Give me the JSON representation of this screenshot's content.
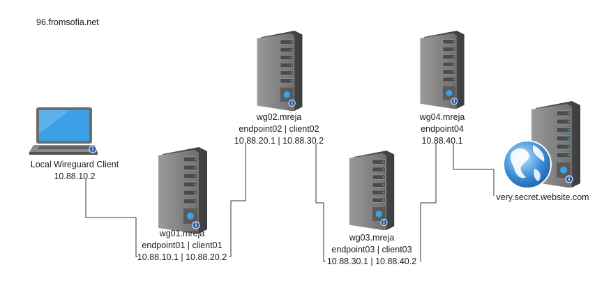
{
  "title": "96.fromsofia.net",
  "nodes": {
    "client": {
      "line1": "Local Wireguard Client",
      "line2": "10.88.10.2",
      "icon": "laptop-icon"
    },
    "wg01": {
      "line1": "wg01.mreja",
      "line2": "endpoint01 | client01",
      "line3": "10.88.10.1 | 10.88.20.2",
      "icon": "server-icon"
    },
    "wg02": {
      "line1": "wg02.mreja",
      "line2": "endpoint02 | client02",
      "line3": "10.88.20.1 | 10.88.30.2",
      "icon": "server-icon"
    },
    "wg03": {
      "line1": "wg03.mreja",
      "line2": "endpoint03 | client03",
      "line3": "10.88.30.1 | 10.88.40.2",
      "icon": "server-icon"
    },
    "wg04": {
      "line1": "wg04.mreja",
      "line2": "endpoint04",
      "line3": "10.88.40.1",
      "icon": "server-icon"
    },
    "website": {
      "line1": "very.secret.website.com",
      "icon": "web-server-globe-icon"
    }
  },
  "colors": {
    "server_body": "#7d7d7d",
    "screen": "#3ba0e6",
    "info_badge": "#1f5fa8",
    "connector": "#333333"
  }
}
